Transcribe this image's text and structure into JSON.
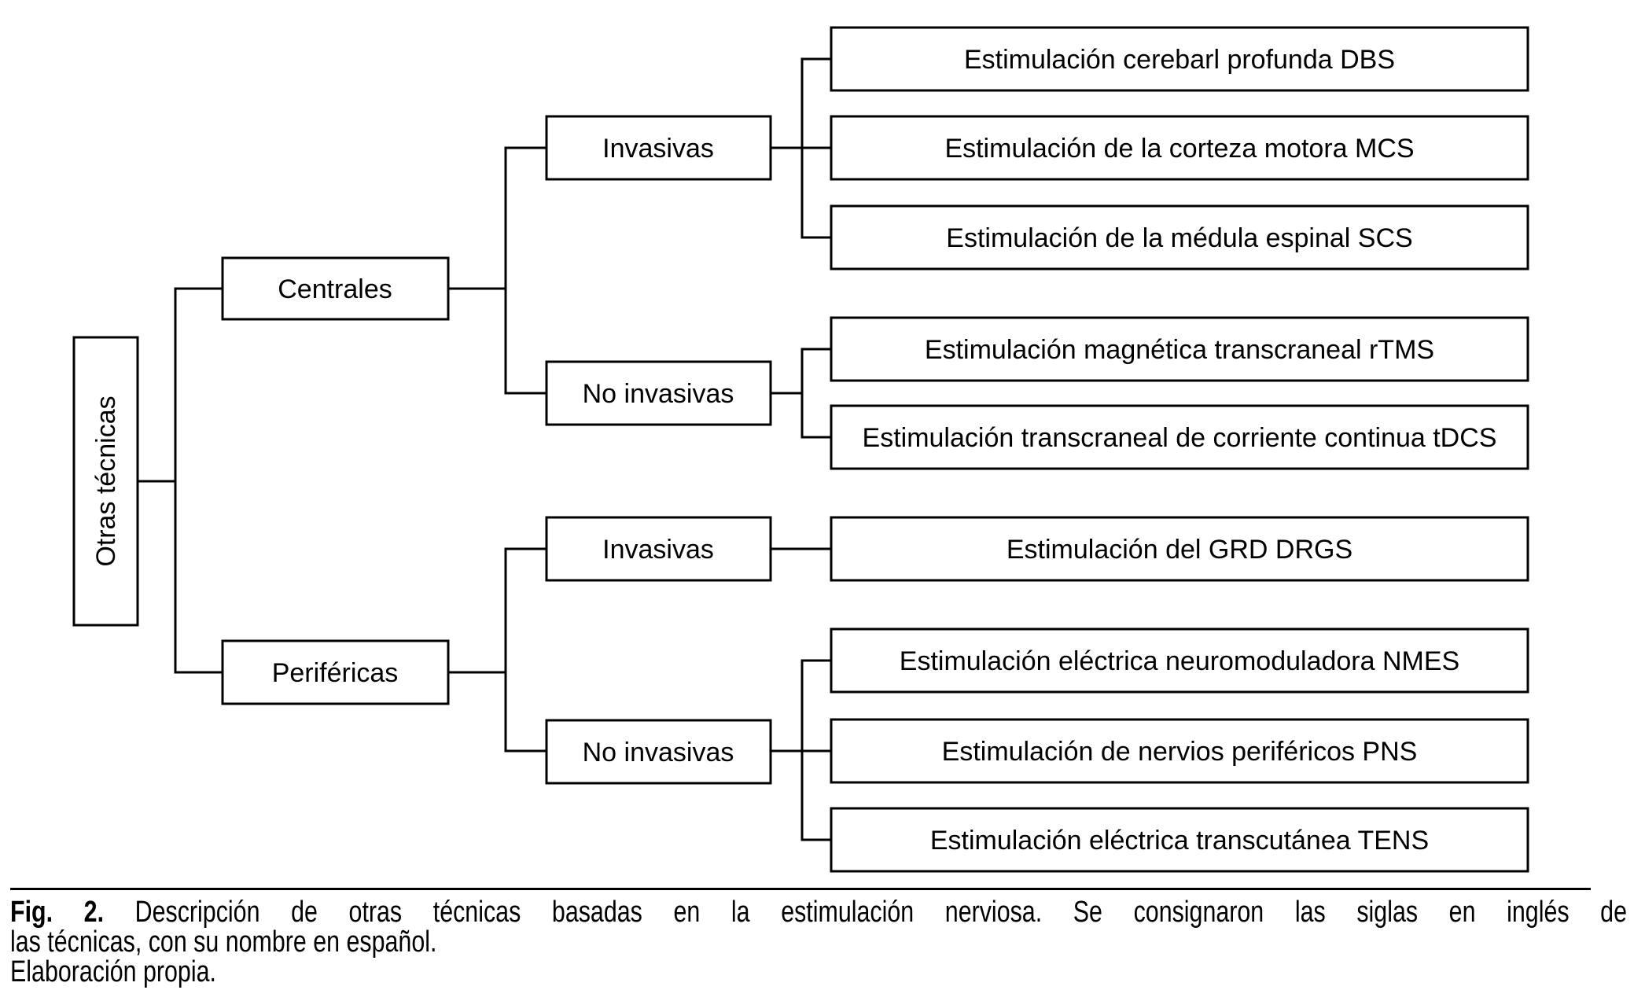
{
  "colors": {
    "ink": "#000000",
    "paper": "#ffffff"
  },
  "figure": {
    "root": {
      "label": "Otras técnicas"
    },
    "branches": [
      {
        "label": "Centrales",
        "children": [
          {
            "label": "Invasivas",
            "leaves": [
              "Estimulación cerebarl profunda DBS",
              "Estimulación de la corteza motora MCS",
              "Estimulación de la médula espinal SCS"
            ]
          },
          {
            "label": "No invasivas",
            "leaves": [
              "Estimulación magnética transcraneal rTMS",
              "Estimulación transcraneal de corriente continua tDCS"
            ]
          }
        ]
      },
      {
        "label": "Periféricas",
        "children": [
          {
            "label": "Invasivas",
            "leaves": [
              "Estimulación del GRD DRGS"
            ]
          },
          {
            "label": "No invasivas",
            "leaves": [
              "Estimulación eléctrica neuromoduladora NMES",
              "Estimulación de nervios periféricos PNS",
              "Estimulación eléctrica transcutánea TENS"
            ]
          }
        ]
      }
    ]
  },
  "caption": {
    "fig_label": "Fig. 2.",
    "line1": "Descripción de otras técnicas basadas en la estimulación nerviosa. Se consignaron las siglas en inglés de",
    "line2": "las técnicas, con su nombre en español.",
    "line3": "Elaboración propia."
  }
}
